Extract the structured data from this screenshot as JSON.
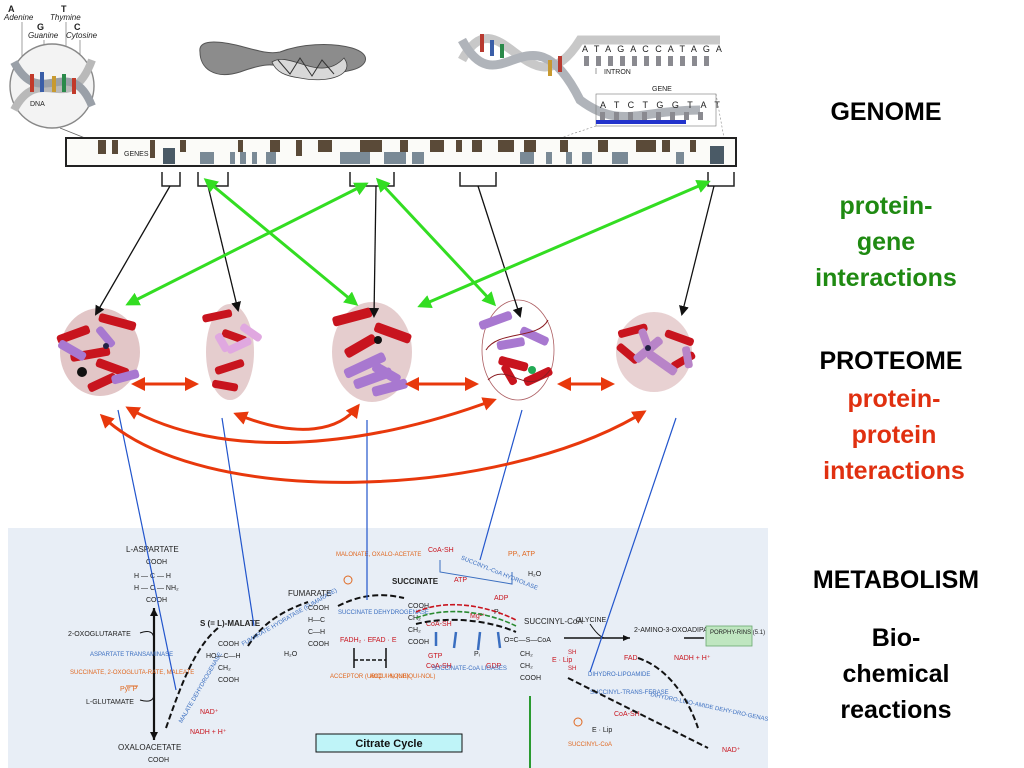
{
  "labels": {
    "genome": "GENOME",
    "pg_1": "protein-",
    "pg_2": "gene",
    "pg_3": "interactions",
    "proteome": "PROTEOME",
    "pp_1": "protein-",
    "pp_2": "protein",
    "pp_3": "interactions",
    "metabolism": "METABOLISM",
    "bc_1": "Bio-",
    "bc_2": "chemical",
    "bc_3": "reactions"
  },
  "genome_panel": {
    "adenine": "Adenine",
    "thymine": "Thymine",
    "guanine": "Guanine",
    "cytosine": "Cytosine",
    "a": "A",
    "t": "T",
    "g": "G",
    "c": "C",
    "dna": "DNA",
    "genes": "GENES",
    "intron": "INTRON",
    "gene": "GENE",
    "seq_top": "A T A G A C C A T A G A",
    "seq_bottom": "A T C T G G T A T"
  },
  "pathway": {
    "title": "Citrate Cycle",
    "l_aspartate": "L-ASPARTATE",
    "cooh": "COOH",
    "oxoglutarate": "2-OXOGLUTARATE",
    "aspartate_transaminase": "ASPARTATE TRANSAMINASE",
    "inhibitors": "SUCCINATE, 2-OXOGLUTA-RATE, MALEATE",
    "pyr_p": "Pyr P",
    "l_glutamate": "L-GLUTAMATE",
    "malate_dh": "MALATE DEHYDROGENASE",
    "nad": "NAD⁺",
    "nadh": "NADH + H⁺",
    "oxaloacetate": "OXALOACETATE",
    "s_malate": "S (= L)-MALATE",
    "fumarate_hydratase": "FUMARATE HYDRATASE (FUMARASE)",
    "fumarate": "FUMARATE",
    "h2o": "H₂O",
    "malonate": "MALONATE, OXALO-ACETATE",
    "succinate_dh": "SUCCINATE DEHYDROGENASE",
    "fadh2": "FADH₂ · E",
    "fad_e": "FAD · E",
    "acceptor": "ACCEPTOR (UBIQUI-NONE)",
    "acc_h2": "ACC · H₂ (UBIQUI-NOL)",
    "succinate": "SUCCINATE",
    "coa_sh": "CoA-SH",
    "succinyl_coa_hydrolase": "SUCCINYL-CoA HYDROLASE",
    "ppi_atp": "PPᵢ, ATP",
    "atp": "ATP",
    "adp": "ADP",
    "mg": "Mg²⁺",
    "pi": "Pᵢ",
    "gtp": "GTP",
    "gdp": "GDP",
    "succinate_coa_ligases": "SUCCINATE-CoA LIGASES",
    "succinyl_coa": "SUCCINYL-CoA",
    "glycine": "GLYCINE",
    "amino_oxoadipate": "2-AMINO-3-OXOADIPATE",
    "porphyrins": "PORPHY-RINS (5.1)",
    "dihydrolipoamide": "DIHYDRO-LIPOAMIDE",
    "succinyl_transferase": "SUCCINYL-TRANS-FERASE",
    "dihydrolipoamide_dh": "DIHYDRO-LIPO-AMIDE DEHY-DRO-GENASE",
    "e_lip": "E · Lip",
    "sh": "SH",
    "fad": "FAD",
    "succinyl_coa_short": "SUCCINYL-CoA"
  },
  "colors": {
    "green_arrow": "#33dd22",
    "red_arrow": "#e8380c",
    "blue_line": "#2255cc",
    "black_arrow": "#111111",
    "label_green": "#1f8a12",
    "label_red": "#e03010",
    "pathway_bg": "#e8eef6",
    "enzyme_blue": "#3a6ec0",
    "effector_orange": "#e06820",
    "helix_red": "#c8141e",
    "helix_purple": "#a878d0"
  }
}
